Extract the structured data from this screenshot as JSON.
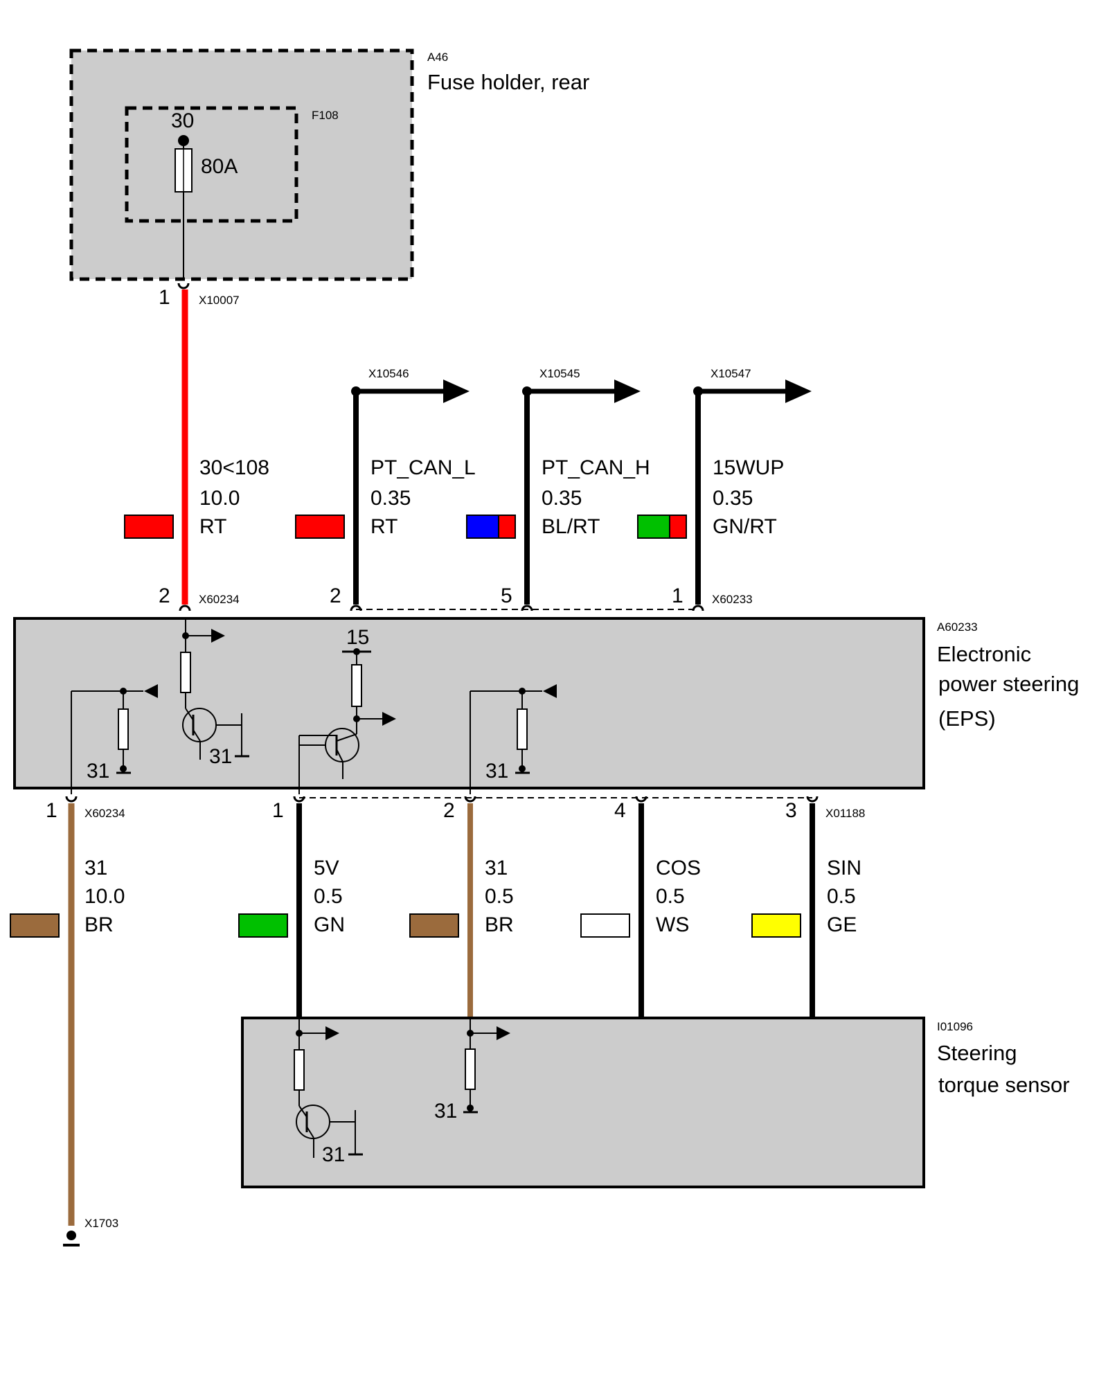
{
  "components": {
    "fuse_holder": {
      "id": "A46",
      "name": "Fuse holder, rear"
    },
    "fuse": {
      "id": "F108",
      "terminal": "30",
      "rating": "80A"
    },
    "eps": {
      "id": "A60233",
      "name_lines": [
        "Electronic",
        "power steering",
        "(EPS)"
      ]
    },
    "torque_sensor": {
      "id": "I01096",
      "name_lines": [
        "Steering",
        "torque sensor"
      ]
    }
  },
  "connectors": {
    "fuse_out": {
      "id": "X10007",
      "pin": "1"
    },
    "eps_top_pwr": {
      "id": "X60234",
      "pin": "2"
    },
    "eps_top_bus": {
      "id": "X60233",
      "pins": [
        "2",
        "5",
        "1"
      ]
    },
    "eps_bottom_left": {
      "id": "X60234",
      "pin": "1"
    },
    "eps_bottom_right": {
      "id": "X01188",
      "pins": [
        "1",
        "2",
        "4",
        "3"
      ]
    },
    "ground": {
      "id": "X1703"
    }
  },
  "continuations": [
    "X10546",
    "X10545",
    "X10547"
  ],
  "wires_top": [
    {
      "signal": "30<108",
      "size": "10.0",
      "color_code": "RT",
      "colors": [
        "#ff0000"
      ]
    },
    {
      "signal": "PT_CAN_L",
      "size": "0.35",
      "color_code": "RT",
      "colors": [
        "#ff0000"
      ]
    },
    {
      "signal": "PT_CAN_H",
      "size": "0.35",
      "color_code": "BL/RT",
      "colors": [
        "#0000ff",
        "#ff0000"
      ]
    },
    {
      "signal": "15WUP",
      "size": "0.35",
      "color_code": "GN/RT",
      "colors": [
        "#00c000",
        "#ff0000"
      ]
    }
  ],
  "wires_bottom": [
    {
      "signal": "31",
      "size": "10.0",
      "color_code": "BR",
      "colors": [
        "#9b6b3d"
      ]
    },
    {
      "signal": "5V",
      "size": "0.5",
      "color_code": "GN",
      "colors": [
        "#00c000"
      ]
    },
    {
      "signal": "31",
      "size": "0.5",
      "color_code": "BR",
      "colors": [
        "#9b6b3d"
      ]
    },
    {
      "signal": "COS",
      "size": "0.5",
      "color_code": "WS",
      "colors": [
        "#ffffff"
      ]
    },
    {
      "signal": "SIN",
      "size": "0.5",
      "color_code": "GE",
      "colors": [
        "#ffff00"
      ]
    }
  ],
  "internal_labels": {
    "eps_supply": "15",
    "ground": "31"
  }
}
